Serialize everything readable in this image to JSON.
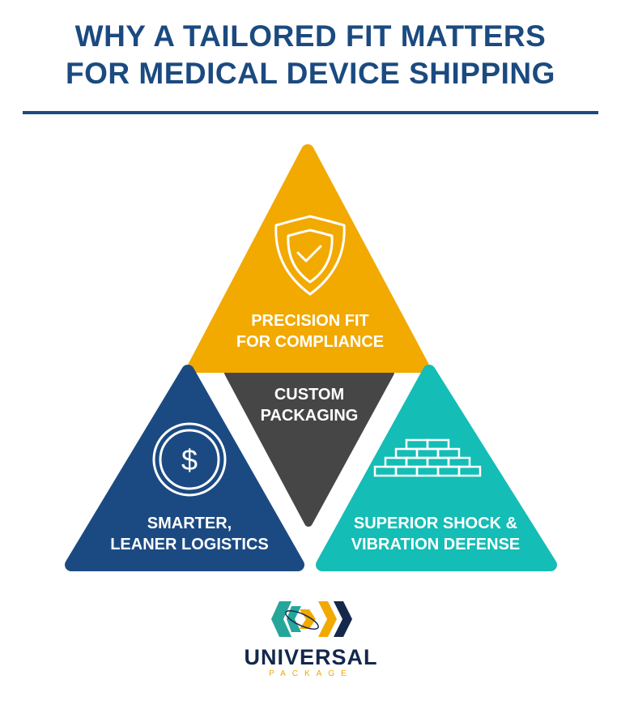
{
  "title": {
    "line1": "WHY A TAILORED FIT MATTERS",
    "line2": "FOR MEDICAL DEVICE SHIPPING"
  },
  "center": {
    "line1": "CUSTOM",
    "line2": "PACKAGING",
    "color": "#464646"
  },
  "segments": [
    {
      "icon": "shield-check-icon",
      "line1": "PRECISION FIT",
      "line2": "FOR COMPLIANCE",
      "color": "#f2a900"
    },
    {
      "icon": "dollar-coin-icon",
      "line1": "SMARTER,",
      "line2": "LEANER LOGISTICS",
      "color": "#1b4a82"
    },
    {
      "icon": "brick-pyramid-icon",
      "line1": "SUPERIOR SHOCK &",
      "line2": "VIBRATION DEFENSE",
      "color": "#14bdb5"
    }
  ],
  "logo": {
    "name": "UNIVERSAL",
    "tagline": "PACKAGE"
  }
}
